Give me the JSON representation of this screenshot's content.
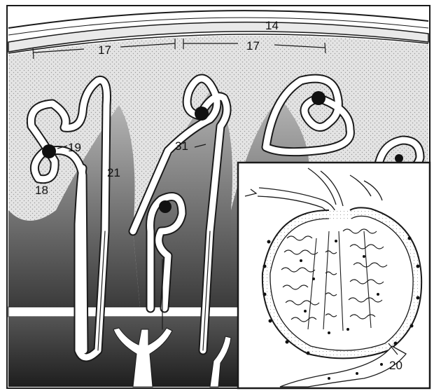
{
  "labels": {
    "capsule": "14",
    "cortical_lobule_left": "17",
    "cortical_lobule_right": "17",
    "renal_corpuscle": "18",
    "glomerulus": "19",
    "glomerular_capsule_inset": "20",
    "tubule": "21",
    "collecting_duct": "31"
  },
  "colors": {
    "ink": "#1a1a1a",
    "cortex_stipple": "#d6d6d6",
    "medulla_gradient_top": "#9a9a9a",
    "medulla_gradient_bottom": "#2c2c2c",
    "tubule_fill": "#ffffff",
    "inset_background": "#ffffff"
  }
}
